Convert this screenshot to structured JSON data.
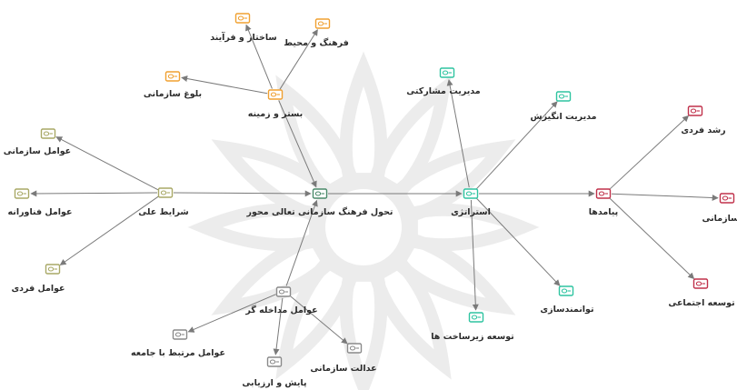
{
  "colors": {
    "background": "#ffffff",
    "edge": "#7a7a7a",
    "watermark": "#ececec",
    "causal": "#a8a866",
    "context": "#f0a030",
    "core": "#4a8a6a",
    "strategy": "#2ec4a0",
    "intervening": "#8a8a8a",
    "outcome": "#c0304a"
  },
  "nodes": [
    {
      "id": "n1",
      "label": "ساختار و فرآیند",
      "group": "context"
    },
    {
      "id": "n2",
      "label": "فرهنگ و محیط",
      "group": "context"
    },
    {
      "id": "n3",
      "label": "بلوغ سازمانی",
      "group": "context"
    },
    {
      "id": "n4",
      "label": "بستر و زمینه",
      "group": "context"
    },
    {
      "id": "n5",
      "label": "مدیریت مشارکتی",
      "group": "strategy"
    },
    {
      "id": "n6",
      "label": "مدیریت انگیزش",
      "group": "strategy"
    },
    {
      "id": "n7",
      "label": "رشد فردی",
      "group": "outcome"
    },
    {
      "id": "n8",
      "label": "عوامل سازمانی",
      "group": "causal"
    },
    {
      "id": "n9",
      "label": "عوامل فناورانه",
      "group": "causal"
    },
    {
      "id": "n10",
      "label": "شرایط علی",
      "group": "causal"
    },
    {
      "id": "n11",
      "label": "تحول فرهنگ سازمانی تعالی محور",
      "group": "core"
    },
    {
      "id": "n12",
      "label": "استراتژی",
      "group": "strategy"
    },
    {
      "id": "n13",
      "label": "پیامدها",
      "group": "outcome"
    },
    {
      "id": "n14",
      "label": "سازمانی",
      "group": "outcome"
    },
    {
      "id": "n15",
      "label": "عوامل فردی",
      "group": "causal"
    },
    {
      "id": "n16",
      "label": "توسعه اجتماعی",
      "group": "outcome"
    },
    {
      "id": "n17",
      "label": "توانمندسازی",
      "group": "strategy"
    },
    {
      "id": "n18",
      "label": "عوامل مداخله گر",
      "group": "intervening"
    },
    {
      "id": "n19",
      "label": "توسعه زیرساخت ها",
      "group": "strategy"
    },
    {
      "id": "n20",
      "label": "عوامل مرتبط با جامعه",
      "group": "intervening"
    },
    {
      "id": "n21",
      "label": "عدالت سازمانی",
      "group": "intervening"
    },
    {
      "id": "n22",
      "label": "پایش و ارزیابی",
      "group": "intervening"
    }
  ],
  "edges": [
    {
      "from": "n4",
      "to": "n1"
    },
    {
      "from": "n4",
      "to": "n2"
    },
    {
      "from": "n4",
      "to": "n3"
    },
    {
      "from": "n4",
      "to": "n11"
    },
    {
      "from": "n10",
      "to": "n8"
    },
    {
      "from": "n10",
      "to": "n9"
    },
    {
      "from": "n10",
      "to": "n15"
    },
    {
      "from": "n10",
      "to": "n11"
    },
    {
      "from": "n18",
      "to": "n11"
    },
    {
      "from": "n18",
      "to": "n20"
    },
    {
      "from": "n18",
      "to": "n21"
    },
    {
      "from": "n18",
      "to": "n22"
    },
    {
      "from": "n11",
      "to": "n12"
    },
    {
      "from": "n12",
      "to": "n5"
    },
    {
      "from": "n12",
      "to": "n6"
    },
    {
      "from": "n12",
      "to": "n17"
    },
    {
      "from": "n12",
      "to": "n19"
    },
    {
      "from": "n12",
      "to": "n13"
    },
    {
      "from": "n13",
      "to": "n7"
    },
    {
      "from": "n13",
      "to": "n14"
    },
    {
      "from": "n13",
      "to": "n16"
    }
  ]
}
